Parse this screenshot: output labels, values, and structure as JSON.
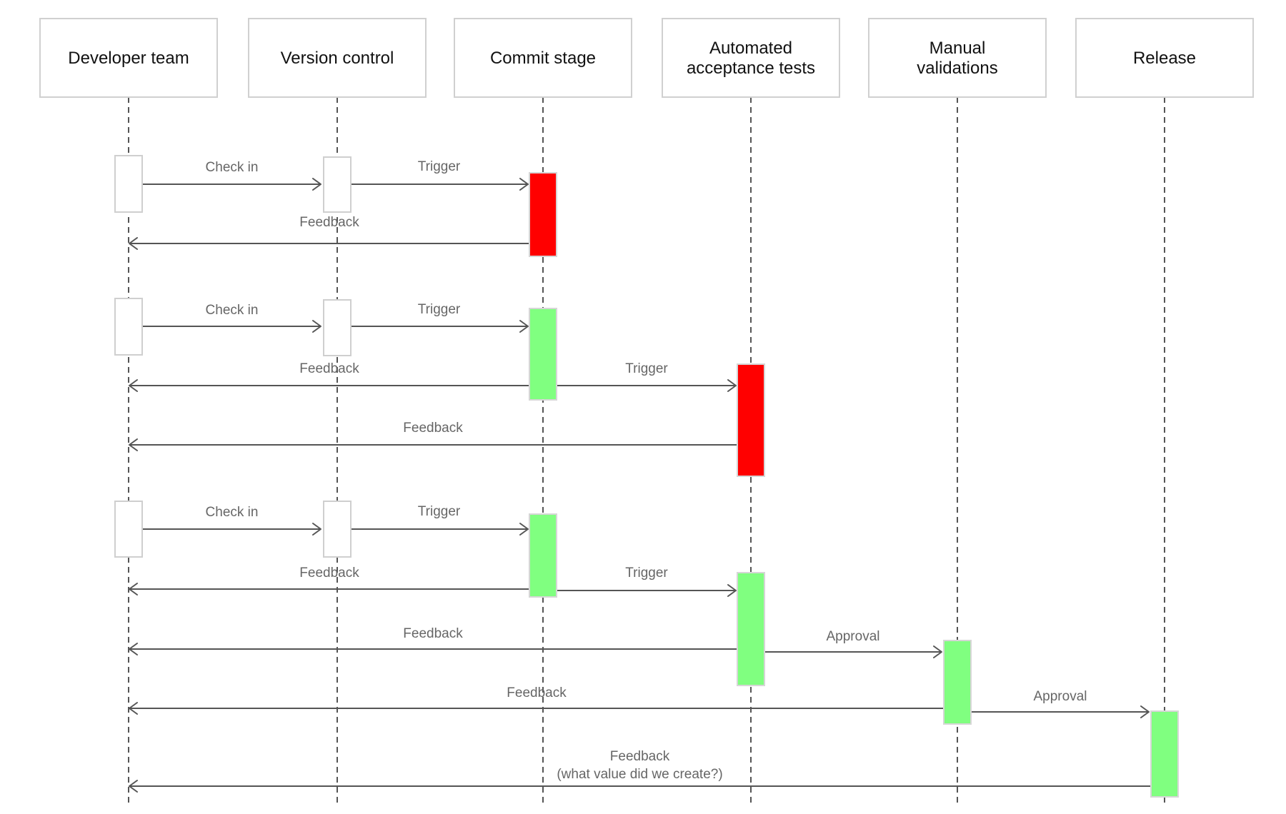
{
  "diagram": {
    "participants": [
      {
        "id": "dev",
        "lines": [
          "Developer team"
        ]
      },
      {
        "id": "vcs",
        "lines": [
          "Version control"
        ]
      },
      {
        "id": "commit",
        "lines": [
          "Commit stage"
        ]
      },
      {
        "id": "aat",
        "lines": [
          "Automated",
          "acceptance tests"
        ]
      },
      {
        "id": "manual",
        "lines": [
          "Manual",
          "validations"
        ]
      },
      {
        "id": "release",
        "lines": [
          "Release"
        ]
      }
    ],
    "colors": {
      "failure": "#ff0000",
      "success": "#80ff80",
      "neutral": "#ffffff"
    },
    "activations": [
      {
        "participant": "dev",
        "status": "neutral"
      },
      {
        "participant": "vcs",
        "status": "neutral"
      },
      {
        "participant": "commit",
        "status": "failure"
      },
      {
        "participant": "dev",
        "status": "neutral"
      },
      {
        "participant": "vcs",
        "status": "neutral"
      },
      {
        "participant": "commit",
        "status": "success"
      },
      {
        "participant": "aat",
        "status": "failure"
      },
      {
        "participant": "dev",
        "status": "neutral"
      },
      {
        "participant": "vcs",
        "status": "neutral"
      },
      {
        "participant": "commit",
        "status": "success"
      },
      {
        "participant": "aat",
        "status": "success"
      },
      {
        "participant": "manual",
        "status": "success"
      },
      {
        "participant": "release",
        "status": "success"
      }
    ],
    "messages": [
      {
        "from": "dev",
        "to": "vcs",
        "lines": [
          "Check in"
        ]
      },
      {
        "from": "vcs",
        "to": "commit",
        "lines": [
          "Trigger"
        ]
      },
      {
        "from": "commit",
        "to": "dev",
        "lines": [
          "Feedback"
        ]
      },
      {
        "from": "dev",
        "to": "vcs",
        "lines": [
          "Check in"
        ]
      },
      {
        "from": "vcs",
        "to": "commit",
        "lines": [
          "Trigger"
        ]
      },
      {
        "from": "commit",
        "to": "dev",
        "lines": [
          "Feedback"
        ]
      },
      {
        "from": "commit",
        "to": "aat",
        "lines": [
          "Trigger"
        ]
      },
      {
        "from": "aat",
        "to": "dev",
        "lines": [
          "Feedback"
        ]
      },
      {
        "from": "dev",
        "to": "vcs",
        "lines": [
          "Check in"
        ]
      },
      {
        "from": "vcs",
        "to": "commit",
        "lines": [
          "Trigger"
        ]
      },
      {
        "from": "commit",
        "to": "dev",
        "lines": [
          "Feedback"
        ]
      },
      {
        "from": "commit",
        "to": "aat",
        "lines": [
          "Trigger"
        ]
      },
      {
        "from": "aat",
        "to": "dev",
        "lines": [
          "Feedback"
        ]
      },
      {
        "from": "aat",
        "to": "manual",
        "lines": [
          "Approval"
        ]
      },
      {
        "from": "manual",
        "to": "dev",
        "lines": [
          "Feedback"
        ]
      },
      {
        "from": "manual",
        "to": "release",
        "lines": [
          "Approval"
        ]
      },
      {
        "from": "release",
        "to": "dev",
        "lines": [
          "Feedback",
          "(what value did we create?)"
        ]
      }
    ]
  }
}
